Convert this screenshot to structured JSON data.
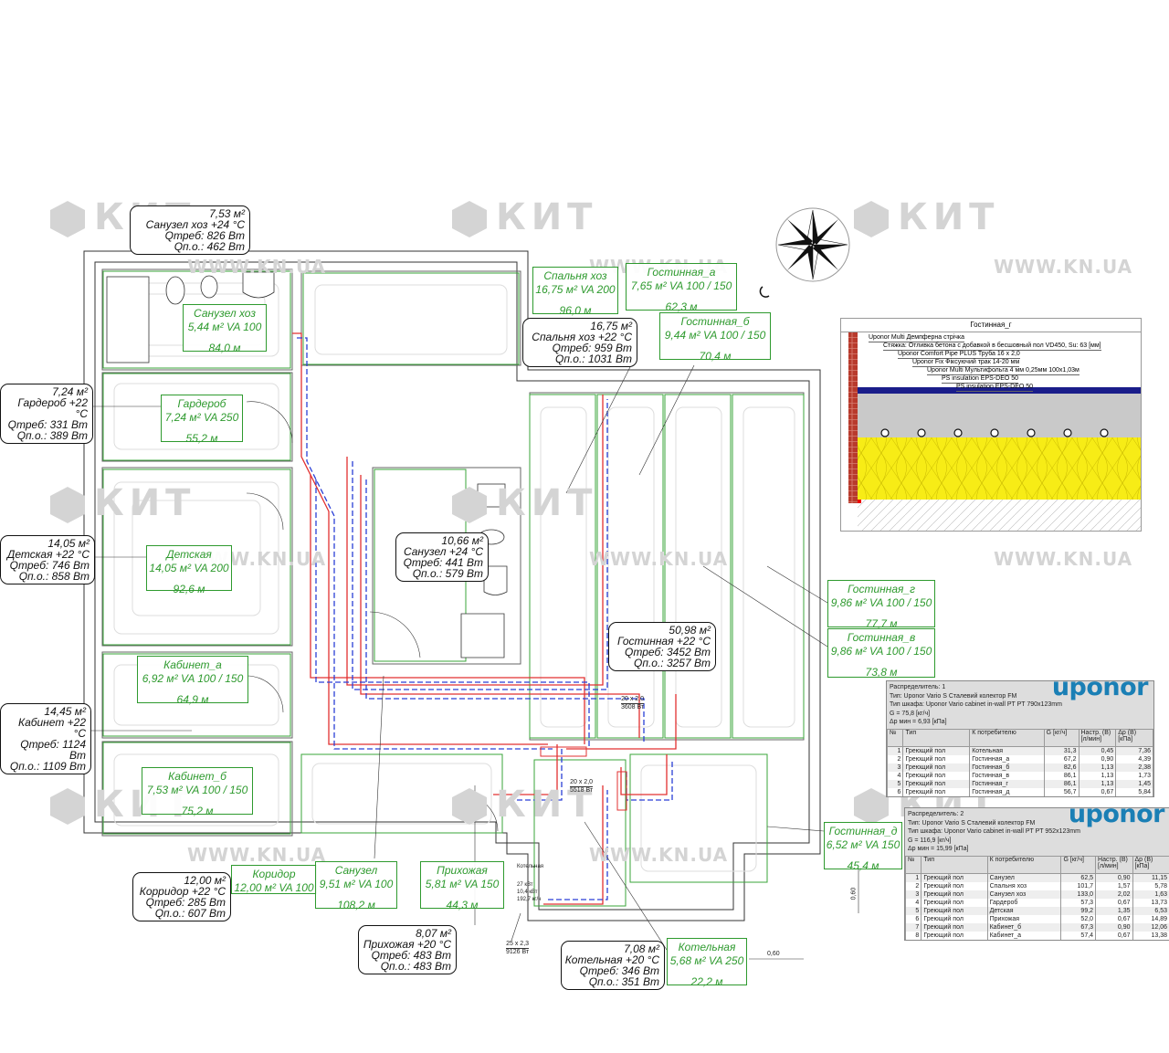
{
  "watermark": {
    "brand": "КИТ",
    "url": "WWW.KN.UA"
  },
  "room_labels": [
    {
      "name": "Санузел хоз",
      "spec": "5,44 м²  VA 100",
      "length": "84,0 м"
    },
    {
      "name": "Гардероб",
      "spec": "7,24 м²  VA 250",
      "length": "55,2 м"
    },
    {
      "name": "Детская",
      "spec": "14,05 м²  VA 200",
      "length": "92,6 м"
    },
    {
      "name": "Кабинет_а",
      "spec": "6,92 м²  VA 100 / 150",
      "length": "64,9 м"
    },
    {
      "name": "Кабинет_б",
      "spec": "7,53 м²  VA 100 / 150",
      "length": "75,2 м"
    },
    {
      "name": "Коридор",
      "spec": "12,00 м²  VA 100",
      "length": ""
    },
    {
      "name": "Санузел",
      "spec": "9,51 м²  VA 100",
      "length": "108,2 м"
    },
    {
      "name": "Прихожая",
      "spec": "5,81 м²  VA 150",
      "length": "44,3 м"
    },
    {
      "name": "Спальня хоз",
      "spec": "16,75 м²  VA 200",
      "length": "96,0 м"
    },
    {
      "name": "Гостинная_а",
      "spec": "7,65 м²  VA 100 / 150",
      "length": "62,3 м"
    },
    {
      "name": "Гостинная_б",
      "spec": "9,44 м²  VA 100 / 150",
      "length": "70,4 м"
    },
    {
      "name": "Гостинная_г",
      "spec": "9,86 м²  VA 100 / 150",
      "length": "77,7 м"
    },
    {
      "name": "Гостинная_в",
      "spec": "9,86 м²  VA 100 / 150",
      "length": "73,8 м"
    },
    {
      "name": "Гостинная_д",
      "spec": "6,52 м²  VA 150",
      "length": "45,4 м"
    },
    {
      "name": "Котельная",
      "spec": "5,68 м²  VA 250",
      "length": "22,2 м"
    }
  ],
  "room_callouts": [
    {
      "area": "7,53 м²",
      "name_temp": "Санузел хоз  +24 °C",
      "q_req": "Qтреб: 826 Вт",
      "q_loss": "Qп.о.: 462 Вт"
    },
    {
      "area": "7,24 м²",
      "name_temp": "Гардероб  +22 °C",
      "q_req": "Qтреб: 331 Вт",
      "q_loss": "Qп.о.: 389 Вт"
    },
    {
      "area": "14,05 м²",
      "name_temp": "Детская  +22 °C",
      "q_req": "Qтреб: 746 Вт",
      "q_loss": "Qп.о.: 858 Вт"
    },
    {
      "area": "14,45 м²",
      "name_temp": "Кабинет  +22 °C",
      "q_req": "Qтреб: 1124 Вт",
      "q_loss": "Qп.о.: 1109 Вт"
    },
    {
      "area": "16,75 м²",
      "name_temp": "Спальня хоз  +22 °C",
      "q_req": "Qтреб: 959 Вт",
      "q_loss": "Qп.о.: 1031 Вт"
    },
    {
      "area": "10,66 м²",
      "name_temp": "Санузел  +24 °C",
      "q_req": "Qтреб: 441 Вт",
      "q_loss": "Qп.о.: 579 Вт"
    },
    {
      "area": "50,98 м²",
      "name_temp": "Гостинная  +22 °C",
      "q_req": "Qтреб: 3452 Вт",
      "q_loss": "Qп.о.: 3257 Вт"
    },
    {
      "area": "12,00 м²",
      "name_temp": "Корридор  +22 °C",
      "q_req": "Qтреб: 285 Вт",
      "q_loss": "Qп.о.: 607 Вт"
    },
    {
      "area": "8,07 м²",
      "name_temp": "Прихожая  +20 °C",
      "q_req": "Qтреб: 483 Вт",
      "q_loss": "Qп.о.: 483 Вт"
    },
    {
      "area": "7,08 м²",
      "name_temp": "Котельная  +20 °C",
      "q_req": "Qтреб: 346 Вт",
      "q_loss": "Qп.о.: 351 Вт"
    }
  ],
  "pipe_notes": {
    "n1": {
      "size": "20 x 2,0",
      "power": "3608 Вт"
    },
    "n2": {
      "size": "20 x 2,0",
      "power": "5518 Вт"
    },
    "n3": {
      "size": "25 x 2,3",
      "power": "9126 Вт"
    },
    "boiler": {
      "title": "Котельная",
      "l1": "27 кВт",
      "l2": "10,4 кВт",
      "l3": "192,7 кг/ч"
    }
  },
  "dimensions": {
    "d1": "0,60",
    "d2": "0,60"
  },
  "section": {
    "title": "Гостинная_г",
    "layers": [
      "Uponor Multi Демпферна стрічка",
      "Стяжка: Отливка бетона с добавкой в бесшовный пол VD450, Su: 63 [мм]",
      "Uponor Comfort Pipe PLUS Труба 16 x 2,0",
      "Uponor Fix Фіксуючий трак 14-20 мм",
      "Uponor Multi Мультифольга 4 мм 0,25мм 100x1,03м",
      "PS insulation EPS-DEO 50",
      "PS insulation EPS-DEO 50"
    ]
  },
  "distributors": [
    {
      "logo": "uponor",
      "header": [
        "Распределитель: 1",
        "Тип: Uponor Vario S Сталевий колектор FM",
        "Тип шкафа: Uponor Vario cabinet in-wall PT PT 790x123mm",
        "G = 75,8 [кг/ч]",
        "Δр мин = 6,93 [кПа]"
      ],
      "columns": [
        "№",
        "Тип",
        "К потребителю",
        "G [кг/ч]",
        "Настр. (В) [л/мин]",
        "Δр (В) [кПа]"
      ],
      "rows": [
        [
          "1",
          "Греющий пол",
          "Котельная",
          "31,3",
          "0,45",
          "7,36"
        ],
        [
          "2",
          "Греющий пол",
          "Гостинная_а",
          "67,2",
          "0,90",
          "4,39"
        ],
        [
          "3",
          "Греющий пол",
          "Гостинная_б",
          "82,6",
          "1,13",
          "2,38"
        ],
        [
          "4",
          "Греющий пол",
          "Гостинная_в",
          "86,1",
          "1,13",
          "1,73"
        ],
        [
          "5",
          "Греющий пол",
          "Гостинная_г",
          "86,1",
          "1,13",
          "1,45"
        ],
        [
          "6",
          "Греющий пол",
          "Гостинная_д",
          "56,7",
          "0,67",
          "5,84"
        ]
      ]
    },
    {
      "logo": "uponor",
      "header": [
        "Распределитель: 2",
        "Тип: Uponor Vario S Сталевий колектор FM",
        "Тип шкафа: Uponor Vario cabinet in-wall PT PT 952x123mm",
        "G = 116,9 [кг/ч]",
        "Δр мин = 15,99 [кПа]"
      ],
      "columns": [
        "№",
        "Тип",
        "К потребителю",
        "G [кг/ч]",
        "Настр. (В) [л/мин]",
        "Δр (В) [кПа]"
      ],
      "rows": [
        [
          "1",
          "Греющий пол",
          "Санузел",
          "62,5",
          "0,90",
          "11,15"
        ],
        [
          "2",
          "Греющий пол",
          "Спальня хоз",
          "101,7",
          "1,57",
          "5,78"
        ],
        [
          "3",
          "Греющий пол",
          "Санузел хоз",
          "133,0",
          "2,02",
          "1,63"
        ],
        [
          "4",
          "Греющий пол",
          "Гардероб",
          "57,3",
          "0,67",
          "13,73"
        ],
        [
          "5",
          "Греющий пол",
          "Детская",
          "99,2",
          "1,35",
          "6,53"
        ],
        [
          "6",
          "Греющий пол",
          "Прихожая",
          "52,0",
          "0,67",
          "14,89"
        ],
        [
          "7",
          "Греющий пол",
          "Кабинет_б",
          "67,3",
          "0,90",
          "12,06"
        ],
        [
          "8",
          "Греющий пол",
          "Кабинет_а",
          "57,4",
          "0,67",
          "13,38"
        ]
      ]
    }
  ]
}
